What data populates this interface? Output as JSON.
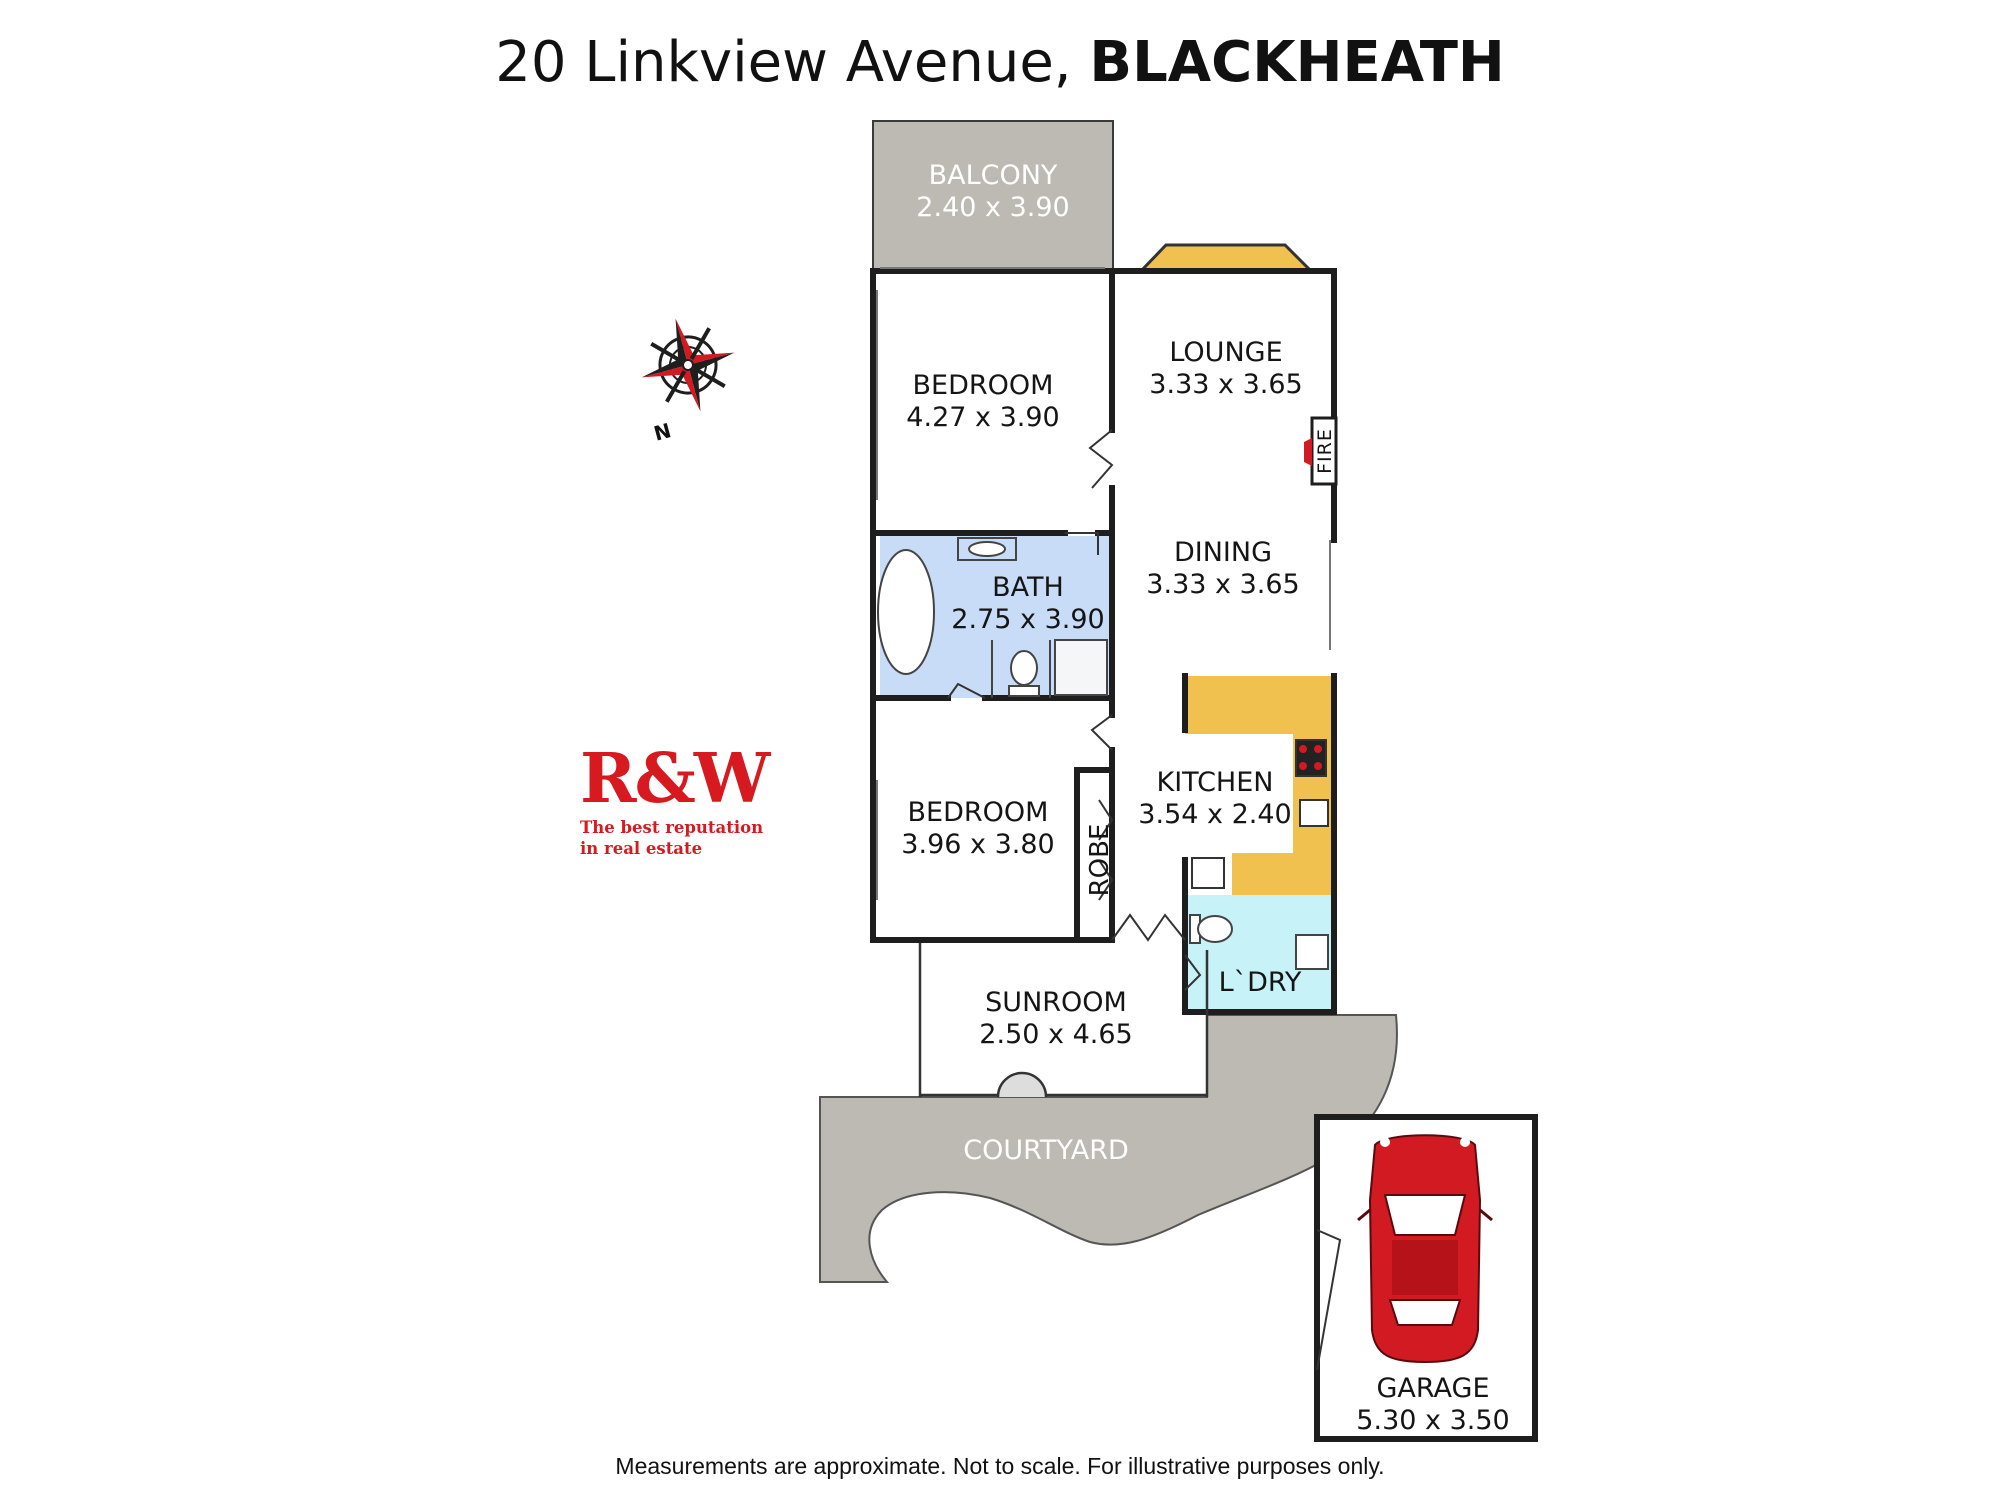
{
  "header": {
    "address": "20 Linkview Avenue,",
    "suburb": "BLACKHEATH"
  },
  "rooms": {
    "balcony": {
      "name": "BALCONY",
      "size": "2.40 x 3.90"
    },
    "bedroom1": {
      "name": "BEDROOM",
      "size": "4.27 x 3.90"
    },
    "lounge": {
      "name": "LOUNGE",
      "size": "3.33 x 3.65"
    },
    "dining": {
      "name": "DINING",
      "size": "3.33 x 3.65"
    },
    "bath": {
      "name": "BATH",
      "size": "2.75 x 3.90"
    },
    "kitchen": {
      "name": "KITCHEN",
      "size": "3.54 x 2.40"
    },
    "bedroom2": {
      "name": "BEDROOM",
      "size": "3.96 x 3.80"
    },
    "robe": {
      "name": "ROBE"
    },
    "laundry": {
      "name": "L`DRY"
    },
    "sunroom": {
      "name": "SUNROOM",
      "size": "2.50 x 4.65"
    },
    "courtyard": {
      "name": "COURTYARD"
    },
    "garage": {
      "name": "GARAGE",
      "size": "5.30 x 3.50"
    }
  },
  "fixtures": {
    "fireplace": "FIRE"
  },
  "compass": {
    "label": "N"
  },
  "logo": {
    "mark": "R&W",
    "tagline_1": "The best reputation",
    "tagline_2": "in real estate"
  },
  "footer": {
    "disclaimer": "Measurements are approximate. Not to scale. For illustrative purposes only."
  },
  "colors": {
    "outdoor": "#bdb9b3",
    "bath": "#c8dcf7",
    "laundry": "#c6f2f8",
    "kitchen_bench": "#f0c14f",
    "bay_window": "#f0c14f",
    "walls": "#1e1e1e",
    "car": "#d21a22",
    "brand": "#d71920"
  }
}
